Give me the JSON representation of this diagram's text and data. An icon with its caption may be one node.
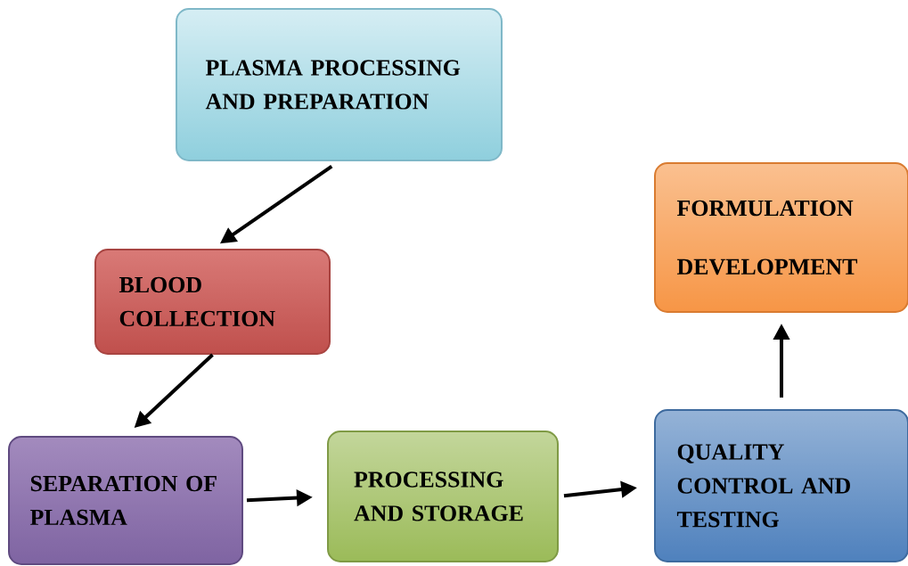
{
  "diagram": {
    "nodes": [
      {
        "text": [
          "PLASMA PROCESSING AND PREPARATION"
        ]
      },
      {
        "text": [
          "BLOOD COLLECTION"
        ]
      },
      {
        "text": [
          "SEPARATION OF PLASMA"
        ]
      },
      {
        "text": [
          "PROCESSING AND STORAGE"
        ]
      },
      {
        "text": [
          "QUALITY CONTROL AND TESTING"
        ]
      },
      {
        "text": [
          "FORMULATION DEVELOPMENT"
        ]
      }
    ],
    "edges": [
      {
        "from": 0,
        "to": 1,
        "arrow": "to"
      },
      {
        "from": 1,
        "to": 2,
        "arrow": "to"
      },
      {
        "from": 2,
        "to": 3,
        "arrow": "to"
      },
      {
        "from": 3,
        "to": 4,
        "arrow": "to"
      },
      {
        "from": 4,
        "to": 5,
        "arrow": "to"
      }
    ]
  }
}
